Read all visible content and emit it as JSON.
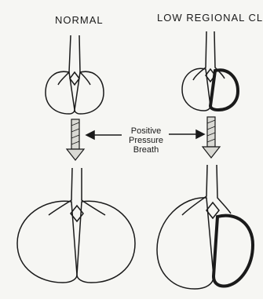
{
  "labels": {
    "normal": "NORMAL",
    "low_regional_cl": "LOW REGIONAL CL",
    "center_line1": "Positive",
    "center_line2": "Pressure",
    "center_line3": "Breath"
  },
  "colors": {
    "background": "#f6f6f3",
    "ink": "#1a1a1a"
  }
}
